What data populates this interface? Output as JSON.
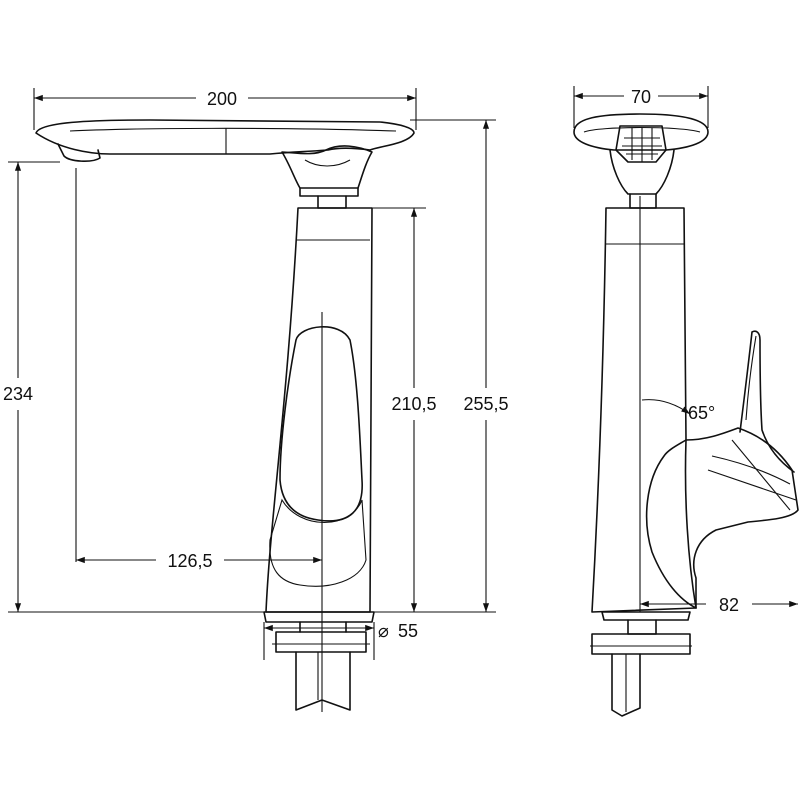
{
  "dimensions": {
    "spout_length": "200",
    "height_spout_outlet": "234",
    "body_height": "210,5",
    "total_height": "255,5",
    "reach": "126,5",
    "base_diameter": "55",
    "side_width": "70",
    "lever_angle": "65°",
    "lever_reach": "82"
  },
  "symbols": {
    "diameter": "⌀"
  }
}
